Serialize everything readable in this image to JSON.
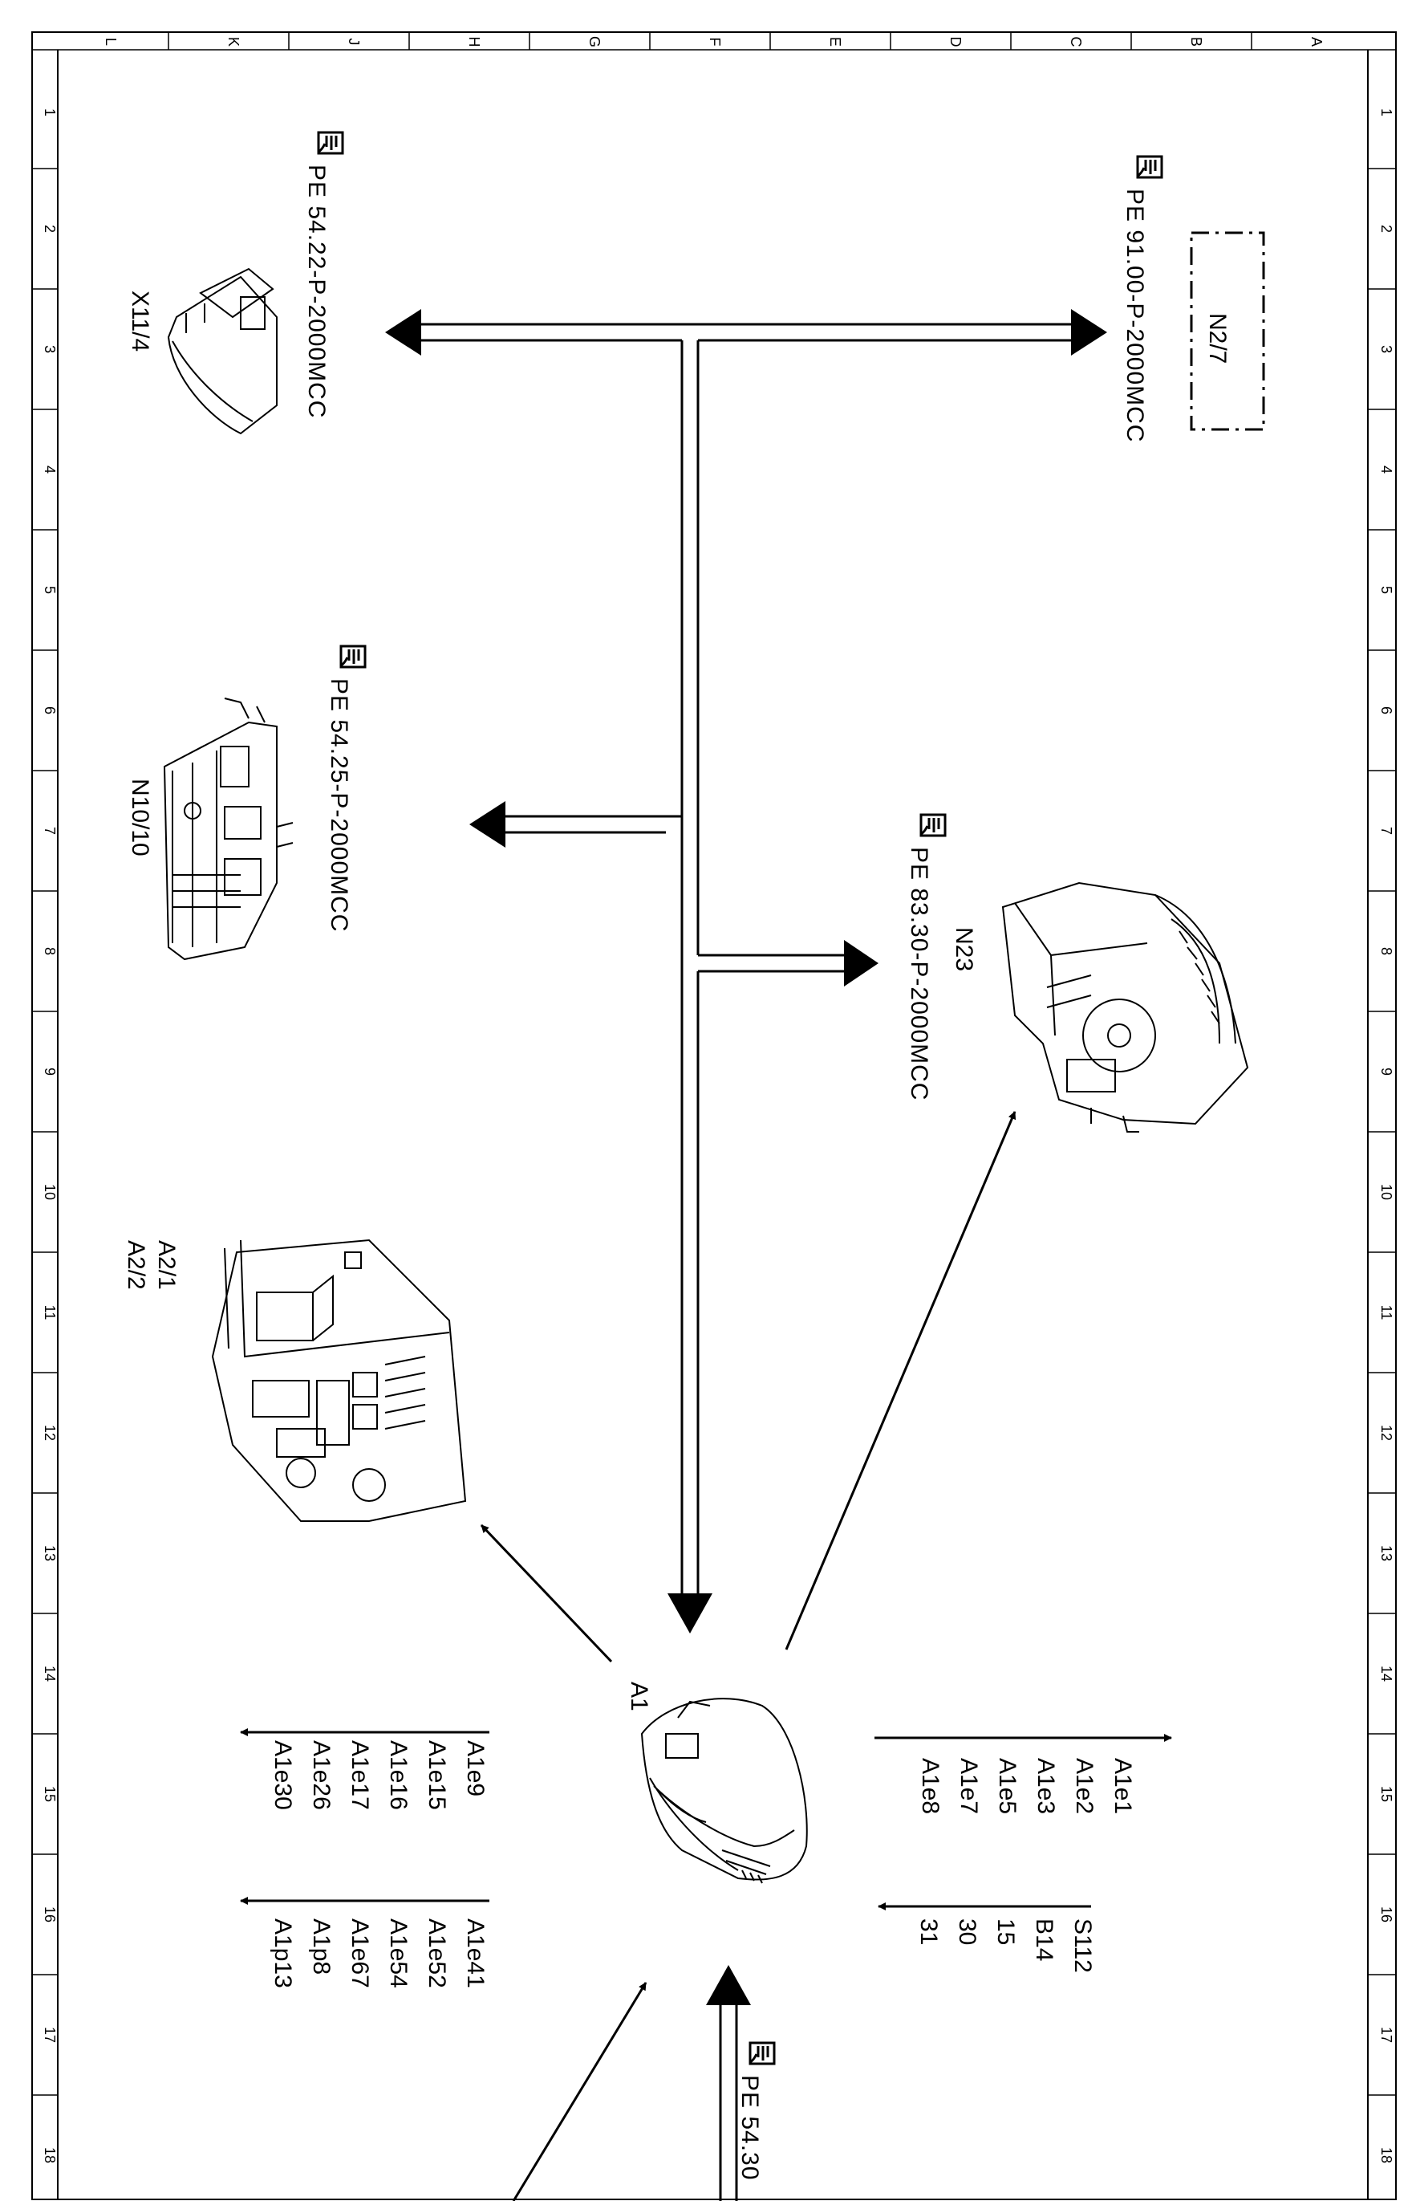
{
  "frame": {
    "column_labels": [
      "L",
      "K",
      "J",
      "H",
      "G",
      "F",
      "E",
      "D",
      "C",
      "B",
      "A"
    ],
    "row_labels": [
      "1",
      "2",
      "3",
      "4",
      "5",
      "6",
      "7",
      "8",
      "9",
      "10",
      "11",
      "12",
      "13",
      "14",
      "15",
      "16",
      "17",
      "18"
    ]
  },
  "references": {
    "ref_912": "PE 91.00-P-2000MCC",
    "ref_542": "PE 54.22-P-2000MCC",
    "ref_5425": "PE 54.25-P-2000MCC",
    "ref_833": "PE 83.30-P-2000MCC",
    "ref_bottom": "PE 54.30"
  },
  "components": {
    "n27": "N2/7",
    "x114": "X11/4",
    "n1010": "N10/10",
    "n23": "N23",
    "a21": "A2/1",
    "a22": "A2/2",
    "a1": "A1"
  },
  "signal_groups": {
    "right_out": [
      "A1e1",
      "A1e2",
      "A1e3",
      "A1e5",
      "A1e7",
      "A1e8"
    ],
    "right_in": [
      "S112",
      "B14",
      "15",
      "30",
      "31"
    ],
    "left_upper": [
      "A1e9",
      "A1e15",
      "A1e16",
      "A1e17",
      "A1e26",
      "A1e30"
    ],
    "left_lower": [
      "A1e41",
      "A1e52",
      "A1e54",
      "A1e67",
      "A1p8",
      "A1p13"
    ]
  },
  "icons": {
    "manual_ref": "manual-hand-icon"
  }
}
